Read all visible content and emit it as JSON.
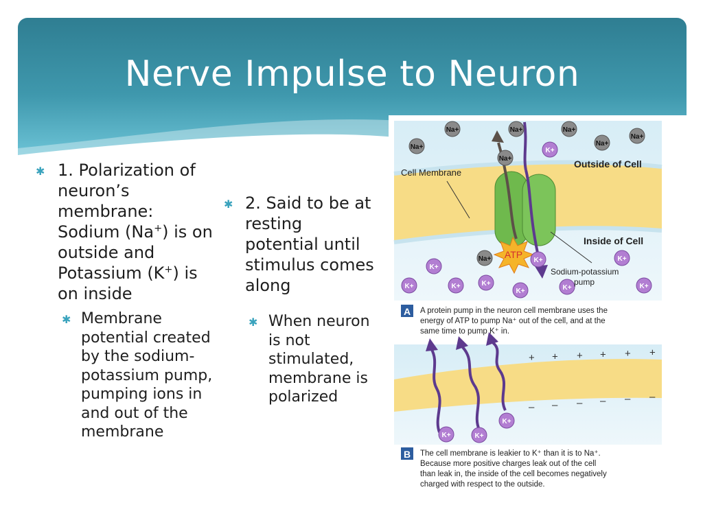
{
  "slide": {
    "title": "Nerve Impulse to Neuron",
    "accent_color": "#3aa3bd",
    "bullet_icon": "asterisk-icon"
  },
  "left_column": {
    "bullet_text": "1. Polarization of neuron’s membrane: Sodium (Na",
    "na_sup": "+",
    "mid_text": ") is on outside and Potassium (K",
    "k_sup": "+",
    "end_text": ") is on inside",
    "sub_bullet": "Membrane potential created by the sodium-potassium pump, pumping ions in and out of the membrane"
  },
  "middle_column": {
    "bullet_text": "2. Said to be at resting potential until stimulus comes along",
    "sub_bullet": "When neuron is not stimulated, membrane is polarized"
  },
  "figure": {
    "na_label": "Na",
    "k_label": "K",
    "ion_sup": "+",
    "cell_membrane_label": "Cell Membrane",
    "outside_label": "Outside of Cell",
    "inside_label": "Inside of Cell",
    "pump_label_line1": "Sodium-potassium",
    "pump_label_line2": "pump",
    "atp_label": "ATP",
    "panel_a_letter": "A",
    "panel_a_caption_lines": [
      "A protein pump in the neuron cell membrane uses the",
      "energy of ATP to pump Na⁺ out of the cell, and at the",
      "same time to pump K⁺ in."
    ],
    "panel_b_letter": "B",
    "panel_b_caption_lines": [
      "The cell membrane is leakier to K⁺ than it is to Na⁺.",
      "Because more positive charges leak out of the cell",
      "than leak in, the inside of the cell becomes negatively",
      "charged with respect to the outside."
    ],
    "plus_sign": "+",
    "minus_sign": "–",
    "colors": {
      "membrane": "#f7dc86",
      "na_ion": "#8a8a8a",
      "k_ion": "#b27ed2",
      "pump": "#6fb94d",
      "atp": "#f5b42a",
      "arrow": "#5d3a8e",
      "panel_letter_bg": "#2d5d9f"
    }
  }
}
